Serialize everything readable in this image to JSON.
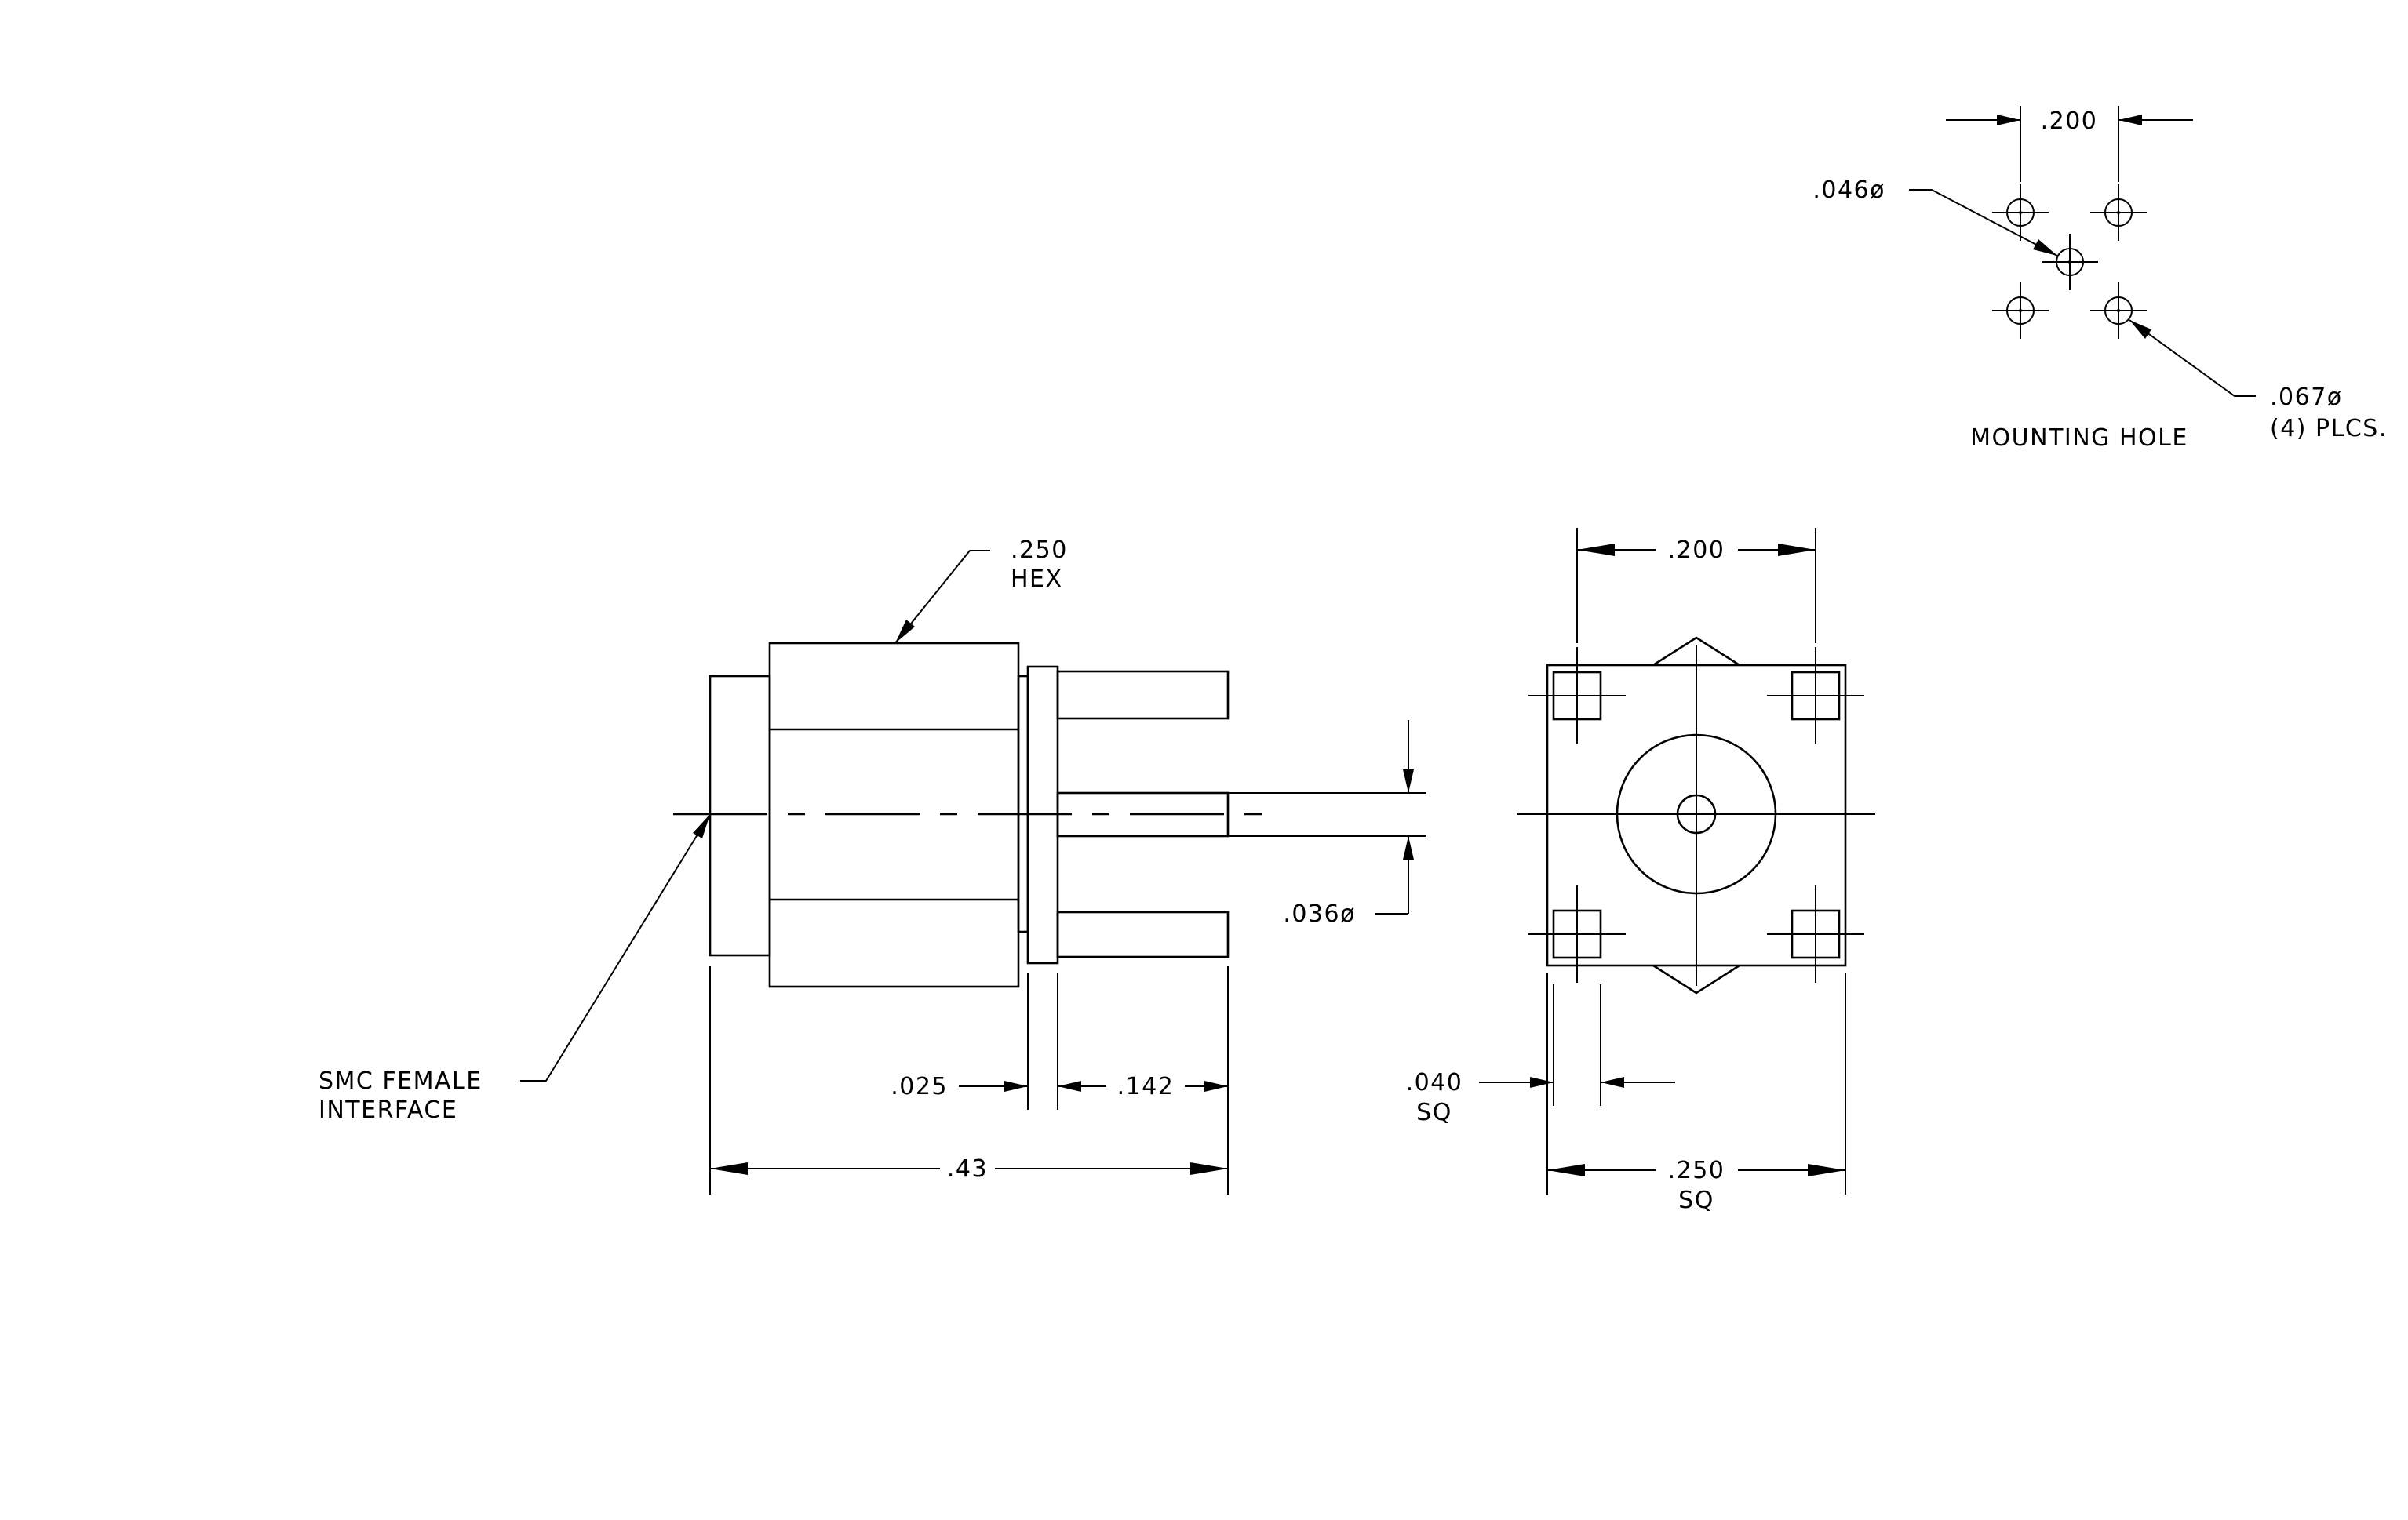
{
  "mounting_hole": {
    "title": "MOUNTING HOLE",
    "spacing": ".200",
    "center_hole": ".046ø",
    "pin_holes": ".067ø",
    "pin_holes_count": "(4)  PLCS."
  },
  "side_view": {
    "hex_size": ".250",
    "hex_label": "HEX",
    "interface_line1": "SMC  FEMALE",
    "interface_line2": "INTERFACE",
    "pin_diameter": ".036ø",
    "flange_thickness": ".025",
    "pin_length": ".142",
    "overall_length": ".43"
  },
  "end_view": {
    "pin_spacing": ".200",
    "pin_size": ".040",
    "pin_size_suffix": "SQ",
    "body_size": ".250",
    "body_size_suffix": "SQ"
  }
}
